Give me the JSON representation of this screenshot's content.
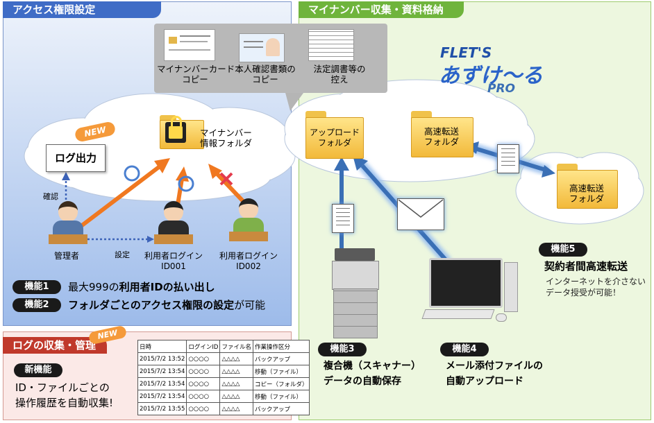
{
  "access": {
    "header": "アクセス権限設定",
    "infobox": [
      {
        "label": "マイナンバーカード\nコピー"
      },
      {
        "label": "本人確認書類の\nコピー"
      },
      {
        "label": "法定調書等の\n控え"
      }
    ],
    "folder_label": "マイナンバー\n情報フォルダ",
    "new_tag": "NEW",
    "log_output": "ログ出力",
    "confirm": "確認",
    "admin": "管理者",
    "setting": "設定",
    "user1": "利用者ログイン\nID001",
    "user2": "利用者ログイン\nID002",
    "features": [
      {
        "badge": "機能1",
        "text_pre": "最大999の",
        "text_bold": "利用者IDの払い出し",
        "text_post": ""
      },
      {
        "badge": "機能2",
        "text_pre": "",
        "text_bold": "フォルダごとのアクセス権限の設定",
        "text_post": "が可能"
      }
    ],
    "colors": {
      "panel_top": "#dfe9f8",
      "panel_bottom": "#aac4ee",
      "header": "#3f6cc6",
      "arrow": "#f07820"
    }
  },
  "log": {
    "header": "ログの収集・管理",
    "new_tag": "NEW",
    "badge": "新機能",
    "desc": "ID・ファイルごとの\n操作履歴を自動収集!",
    "table": {
      "columns": [
        "日時",
        "ログインID",
        "ファイル名",
        "作業操作区分"
      ],
      "rows": [
        [
          "2015/7/2 13:52",
          "○○○○",
          "△△△△",
          "バックアップ"
        ],
        [
          "2015/7/2 13:54",
          "○○○○",
          "△△△△",
          "移動（ファイル）"
        ],
        [
          "2015/7/2 13:54",
          "○○○○",
          "△△△△",
          "コピー（フォルダ）"
        ],
        [
          "2015/7/2 13:54",
          "○○○○",
          "△△△△",
          "移動（ファイル）"
        ],
        [
          "2015/7/2 13:55",
          "○○○○",
          "△△△△",
          "バックアップ"
        ]
      ]
    },
    "colors": {
      "header": "#c0392b",
      "panel": "#fbe9e7"
    }
  },
  "mynumber": {
    "header": "マイナンバー収集・資料格納",
    "logo_line1": "FLET'S",
    "logo_line2": "あずけ〜る",
    "logo_line3": "PRO",
    "upload_folder": "アップロード\nフォルダ",
    "transfer_folder1": "高速転送\nフォルダ",
    "transfer_folder2": "高速転送\nフォルダ",
    "f3": {
      "badge": "機能3",
      "line1": "複合機（スキャナー）",
      "line2": "データの自動保存"
    },
    "f4": {
      "badge": "機能4",
      "line1": "メール添付ファイルの",
      "line2": "自動アップロード"
    },
    "f5": {
      "badge": "機能5",
      "title": "契約者間高速転送",
      "desc": "インターネットを介さない\nデータ授受が可能！"
    },
    "colors": {
      "panel": "#eaf6d8",
      "header": "#6fb43c",
      "arrow": "#3a6fb5"
    }
  }
}
